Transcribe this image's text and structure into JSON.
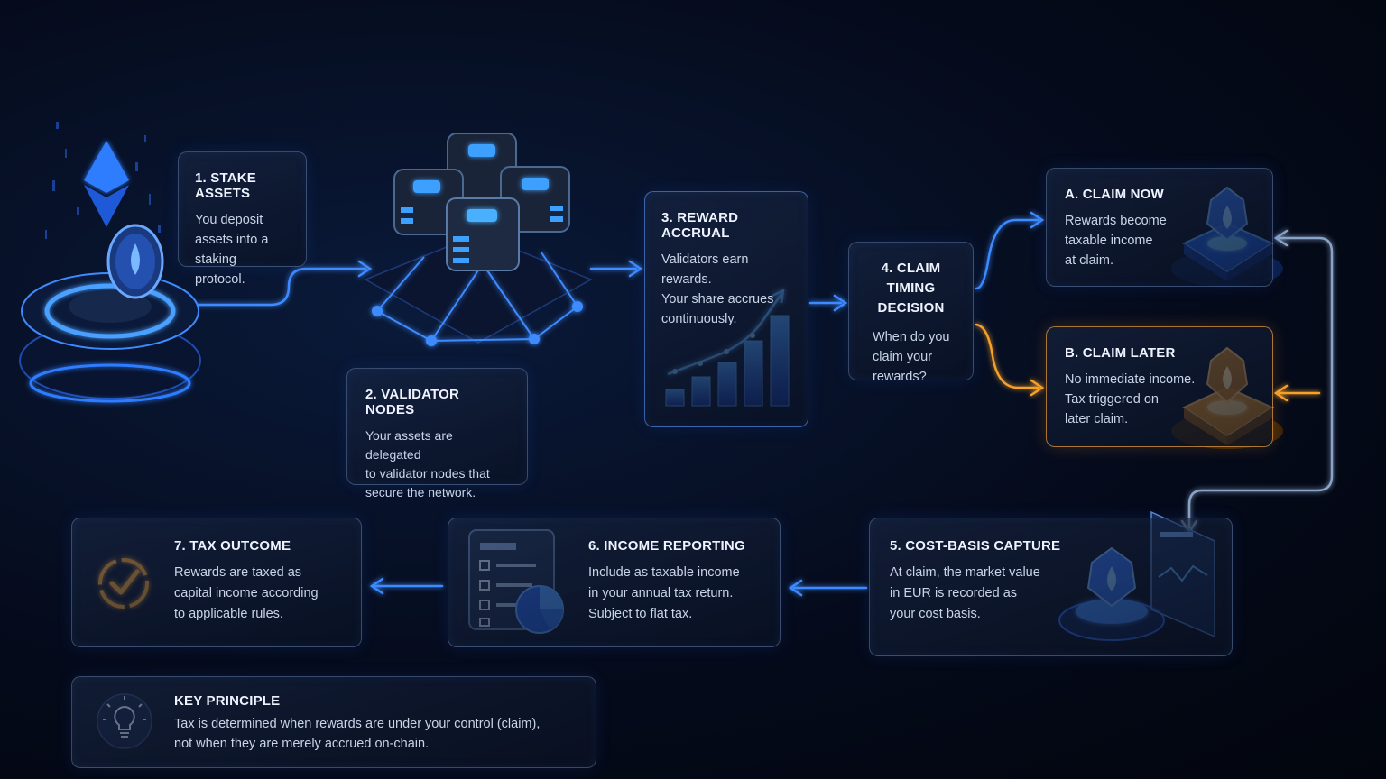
{
  "steps": {
    "stake": {
      "title": "1. STAKE ASSETS",
      "body_lines": [
        "You deposit",
        "assets into a",
        "staking protocol."
      ]
    },
    "validator": {
      "title": "2. VALIDATOR NODES",
      "body_lines": [
        "Your assets are delegated",
        "to validator nodes that",
        "secure the network."
      ]
    },
    "reward": {
      "title": "3. REWARD ACCRUAL",
      "body_lines": [
        "Validators earn rewards.",
        "Your share accrues",
        "continuously."
      ]
    },
    "decision": {
      "title_lines": [
        "4. CLAIM TIMING",
        "DECISION"
      ],
      "body_lines": [
        "When do you",
        "claim your",
        "rewards?"
      ]
    },
    "claim_now": {
      "title": "A. CLAIM NOW",
      "body_lines": [
        "Rewards become",
        "taxable income",
        "at claim."
      ]
    },
    "claim_later": {
      "title": "B. CLAIM LATER",
      "body_lines": [
        "No immediate income.",
        "Tax triggered on",
        "later claim."
      ]
    },
    "cost_basis": {
      "title": "5. COST-BASIS CAPTURE",
      "body_lines": [
        "At claim, the market value",
        "in EUR is recorded as",
        "your cost basis."
      ]
    },
    "income": {
      "title": "6. INCOME REPORTING",
      "body_lines": [
        "Include as taxable income",
        "in your annual tax return.",
        "Subject to flat tax."
      ]
    },
    "tax": {
      "title": "7. TAX OUTCOME",
      "body_lines": [
        "Rewards are taxed as",
        "capital income according",
        "to applicable rules."
      ]
    }
  },
  "key_principle": {
    "title": "KEY PRINCIPLE",
    "body_lines": [
      "Tax is determined when rewards are under your control (claim),",
      "not when they are merely accrued on-chain."
    ]
  },
  "colors": {
    "accent_blue": "#2f7dff",
    "accent_orange": "#f5a12b",
    "background": "#050b1c"
  },
  "icons": [
    "ethereum-coin-icon",
    "validator-cubes-icon",
    "growth-chart-icon",
    "crystal-blue-icon",
    "crystal-orange-icon",
    "checklist-pie-icon",
    "check-badge-icon",
    "lightbulb-icon"
  ]
}
